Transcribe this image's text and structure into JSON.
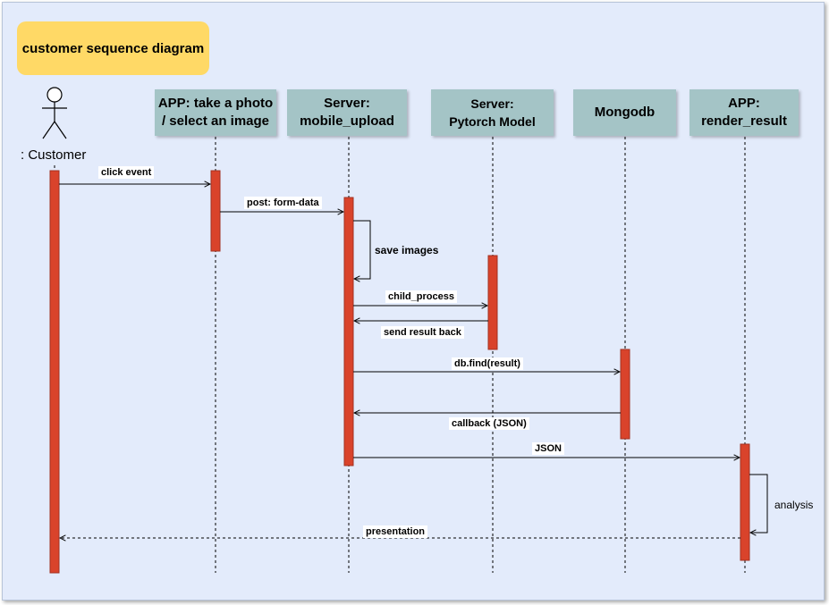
{
  "title": "customer sequence diagram",
  "actor": {
    "label": ": Customer"
  },
  "participants": [
    {
      "line1": "APP: take a photo",
      "line2": "/ select an image"
    },
    {
      "line1": "Server:",
      "line2": "mobile_upload"
    },
    {
      "line1": "Server:",
      "line2": "Pytorch Model"
    },
    {
      "line1": "Mongodb",
      "line2": ""
    },
    {
      "line1": "APP:",
      "line2": "render_result"
    }
  ],
  "messages": [
    {
      "label": "click event"
    },
    {
      "label": "post: form-data"
    },
    {
      "label": "save images"
    },
    {
      "label": "child_process"
    },
    {
      "label": "send result back"
    },
    {
      "label": "db.find(result)"
    },
    {
      "label": "callback (JSON)"
    },
    {
      "label": "JSON"
    },
    {
      "label": "analysis"
    },
    {
      "label": "presentation"
    }
  ],
  "colors": {
    "background": "#e3ebfb",
    "title_fill": "#ffd966",
    "participant_fill": "#a4c4c6",
    "activation_fill": "#d9432b",
    "activation_stroke": "#a23220"
  }
}
